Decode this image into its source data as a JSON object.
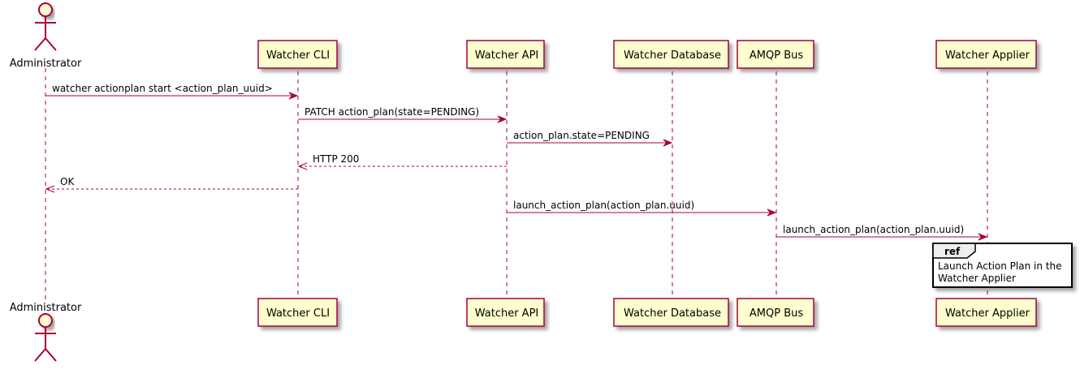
{
  "diagram": {
    "type": "sequence",
    "colors": {
      "line": "#A80036",
      "participant_fill": "#FEFECE",
      "ref_header": "#EEEEEE"
    },
    "participants": [
      {
        "id": "admin",
        "label": "Administrator",
        "kind": "actor"
      },
      {
        "id": "cli",
        "label": "Watcher CLI",
        "kind": "participant"
      },
      {
        "id": "api",
        "label": "Watcher API",
        "kind": "participant"
      },
      {
        "id": "db",
        "label": "Watcher Database",
        "kind": "participant"
      },
      {
        "id": "amqp",
        "label": "AMQP Bus",
        "kind": "participant"
      },
      {
        "id": "applier",
        "label": "Watcher Applier",
        "kind": "participant"
      }
    ],
    "messages": [
      {
        "from": "admin",
        "to": "cli",
        "label": "watcher actionplan start <action_plan_uuid>",
        "style": "solid"
      },
      {
        "from": "cli",
        "to": "api",
        "label": "PATCH action_plan(state=PENDING)",
        "style": "solid"
      },
      {
        "from": "api",
        "to": "db",
        "label": "action_plan.state=PENDING",
        "style": "solid"
      },
      {
        "from": "api",
        "to": "cli",
        "label": "HTTP 200",
        "style": "dashed"
      },
      {
        "from": "cli",
        "to": "admin",
        "label": "OK",
        "style": "dashed"
      },
      {
        "from": "api",
        "to": "amqp",
        "label": "launch_action_plan(action_plan.uuid)",
        "style": "solid"
      },
      {
        "from": "amqp",
        "to": "applier",
        "label": "launch_action_plan(action_plan.uuid)",
        "style": "solid"
      }
    ],
    "ref": {
      "tag": "ref",
      "lines": [
        "Launch Action Plan in the",
        "Watcher Applier"
      ]
    }
  }
}
